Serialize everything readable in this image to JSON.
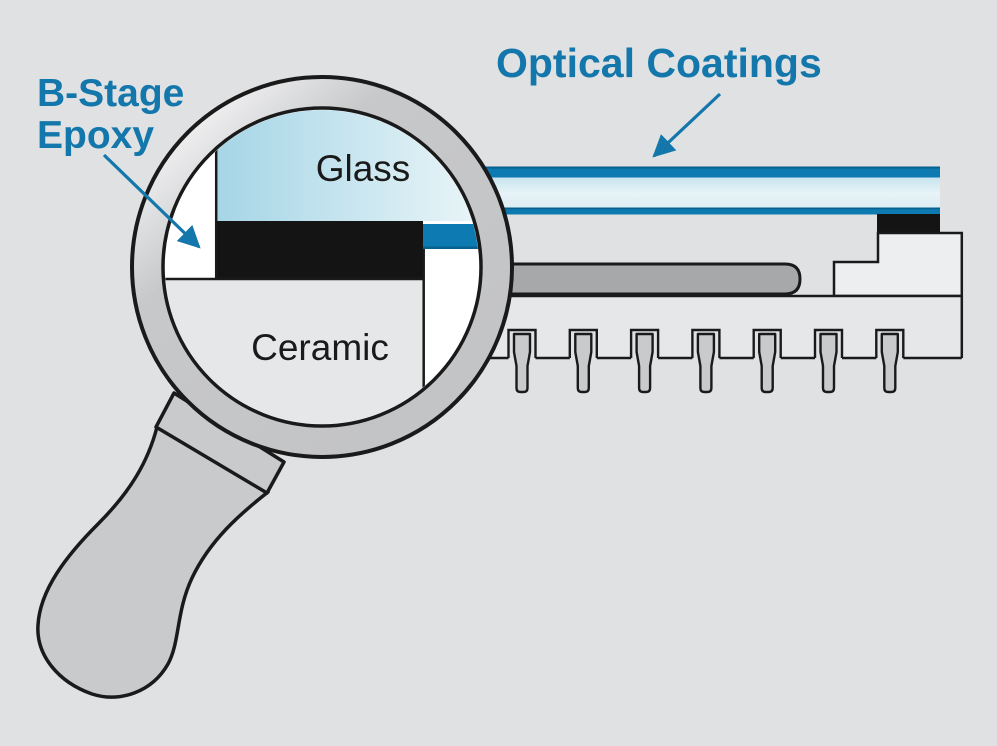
{
  "labels": {
    "b_stage_epoxy": {
      "line1": "B-Stage",
      "line2": "Epoxy"
    },
    "optical_coatings": "Optical Coatings",
    "glass": "Glass",
    "ceramic": "Ceramic"
  },
  "package": {
    "pin_count": 7
  },
  "colors": {
    "background": "#e0e1e3",
    "accent_blue": "#0e7ab2",
    "accent_blue_dark": "#07618f",
    "label_blue": "#1377ac",
    "outline": "#1a1a1a",
    "epoxy_black": "#141414",
    "rim_gray": "#c7c8ca",
    "handle_gray": "#c9cacb",
    "die_gray": "#a7a8aa",
    "body_gray": "#e6e7e9",
    "step_gray": "#edeef0",
    "pin_gray": "#c9cacc",
    "lens_white": "#ffffff"
  }
}
